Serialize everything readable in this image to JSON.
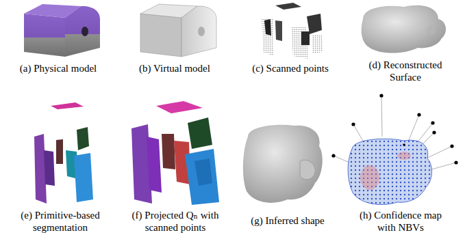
{
  "diagram": {
    "labels": [
      "(a) Physical model",
      "(b) Virtual model",
      "(c) Scanned points",
      "(d) Reconstructed Surface",
      "(e) Primitive-based segmentation",
      "(f) Projected Qₙ with scanned points",
      "(g) Inferred shape",
      "(h) Confidence map with NBVs"
    ]
  }
}
